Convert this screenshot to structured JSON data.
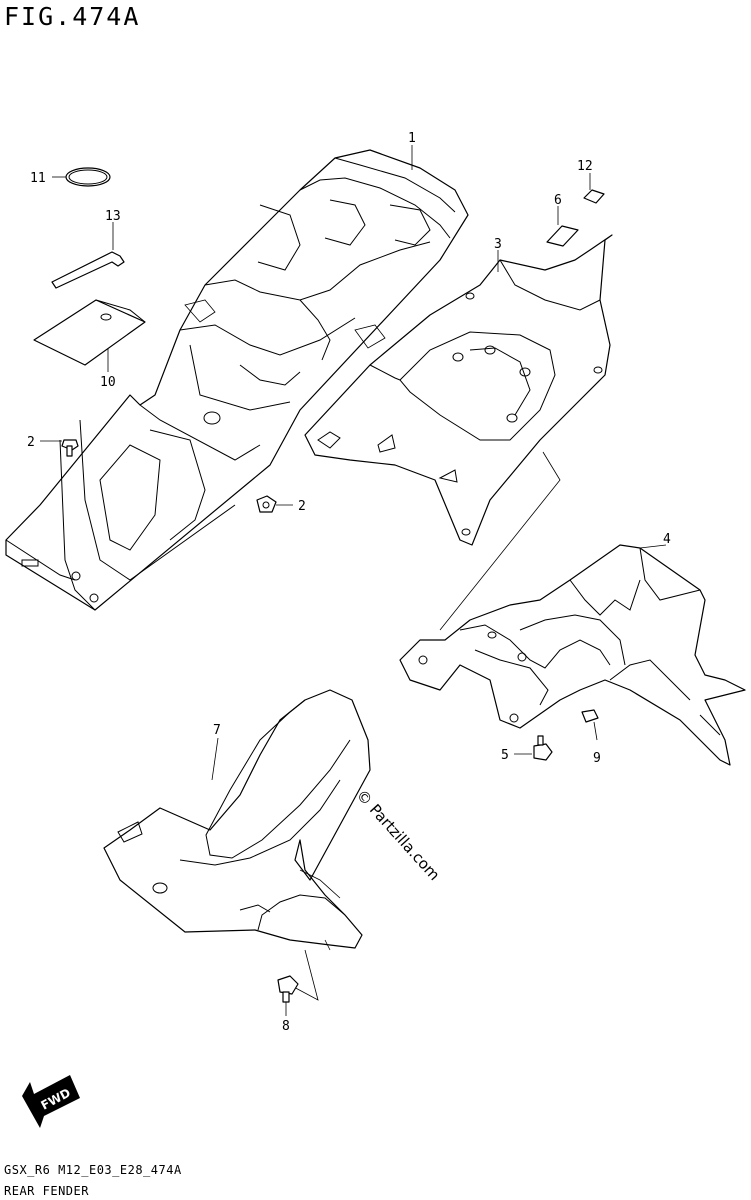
{
  "header": {
    "figure_title": "FIG.474A"
  },
  "footer": {
    "model_code": "GSX_R6 M12_E03_E28_474A",
    "section_name": "REAR FENDER"
  },
  "watermark": {
    "text": "© Partzilla.com"
  },
  "callouts": [
    {
      "id": "1",
      "label": "1"
    },
    {
      "id": "2a",
      "label": "2"
    },
    {
      "id": "2b",
      "label": "2"
    },
    {
      "id": "3",
      "label": "3"
    },
    {
      "id": "4",
      "label": "4"
    },
    {
      "id": "5",
      "label": "5"
    },
    {
      "id": "6",
      "label": "6"
    },
    {
      "id": "7",
      "label": "7"
    },
    {
      "id": "8",
      "label": "8"
    },
    {
      "id": "9",
      "label": "9"
    },
    {
      "id": "10",
      "label": "10"
    },
    {
      "id": "11",
      "label": "11"
    },
    {
      "id": "12",
      "label": "12"
    },
    {
      "id": "13",
      "label": "13"
    }
  ],
  "direction_badge": {
    "label": "FWD",
    "icon": "forward-arrow-icon"
  }
}
